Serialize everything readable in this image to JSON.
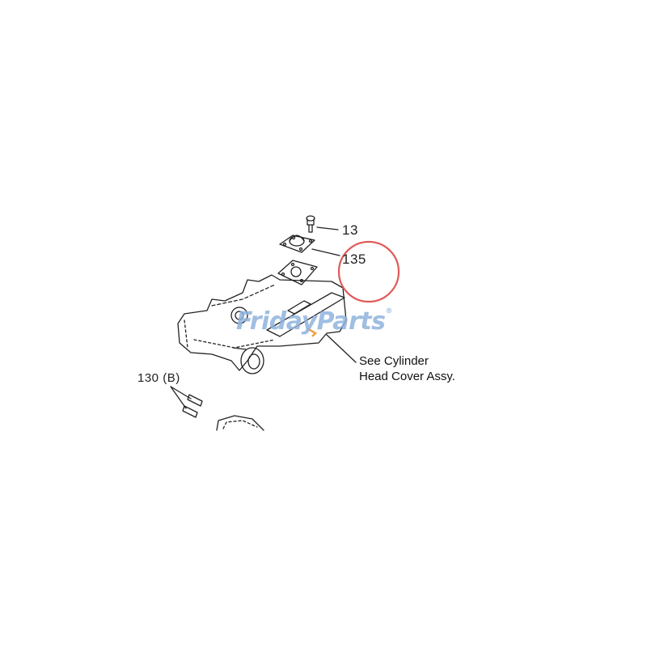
{
  "diagram": {
    "callouts": [
      {
        "id": "13",
        "label": "13"
      },
      {
        "id": "135",
        "label": "135"
      },
      {
        "id": "130B",
        "label": "130 (B)"
      }
    ],
    "note": {
      "line1": "See Cylinder",
      "line2": "Head Cover Assy."
    },
    "highlight_circle": {
      "target": "135",
      "color": "#e05a5a"
    },
    "watermark": {
      "text_a": "Friday",
      "text_b": "Parts",
      "reg": "®",
      "color": "#8fb3dd",
      "accent": "#f0a040"
    }
  }
}
